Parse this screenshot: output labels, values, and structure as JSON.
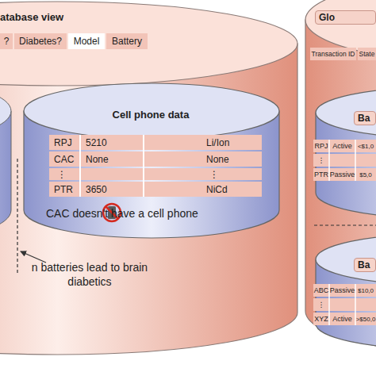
{
  "diagram": {
    "nodes": [
      {
        "text": [
          "atabase view"
        ]
      },
      {
        "text": [
          "Cell phone data"
        ],
        "in": 0
      },
      {
        "text": [
          "Glo"
        ]
      },
      {
        "text": [
          "Ba"
        ],
        "in": 2
      },
      {
        "text": [
          "Ba"
        ],
        "in": 2
      }
    ],
    "labels": [
      "?",
      "Diabetes?",
      "Model",
      "Battery",
      "RPJ",
      "5210",
      "Li/Ion",
      "CAC",
      "None",
      "None",
      "⋮",
      "⋮",
      "PTR",
      "3650",
      "NiCd",
      "CAC doesn't have a cell phone",
      "n batteries lead to brain diabetics",
      "Transaction ID",
      "State",
      "RPJ",
      "Active",
      "<$1,0",
      "⋮",
      "PTR",
      "Passive",
      "$5,0",
      "ABC",
      "Passive",
      "$10,0",
      "⋮",
      "XYZ",
      "Active",
      ">$50,0"
    ]
  }
}
